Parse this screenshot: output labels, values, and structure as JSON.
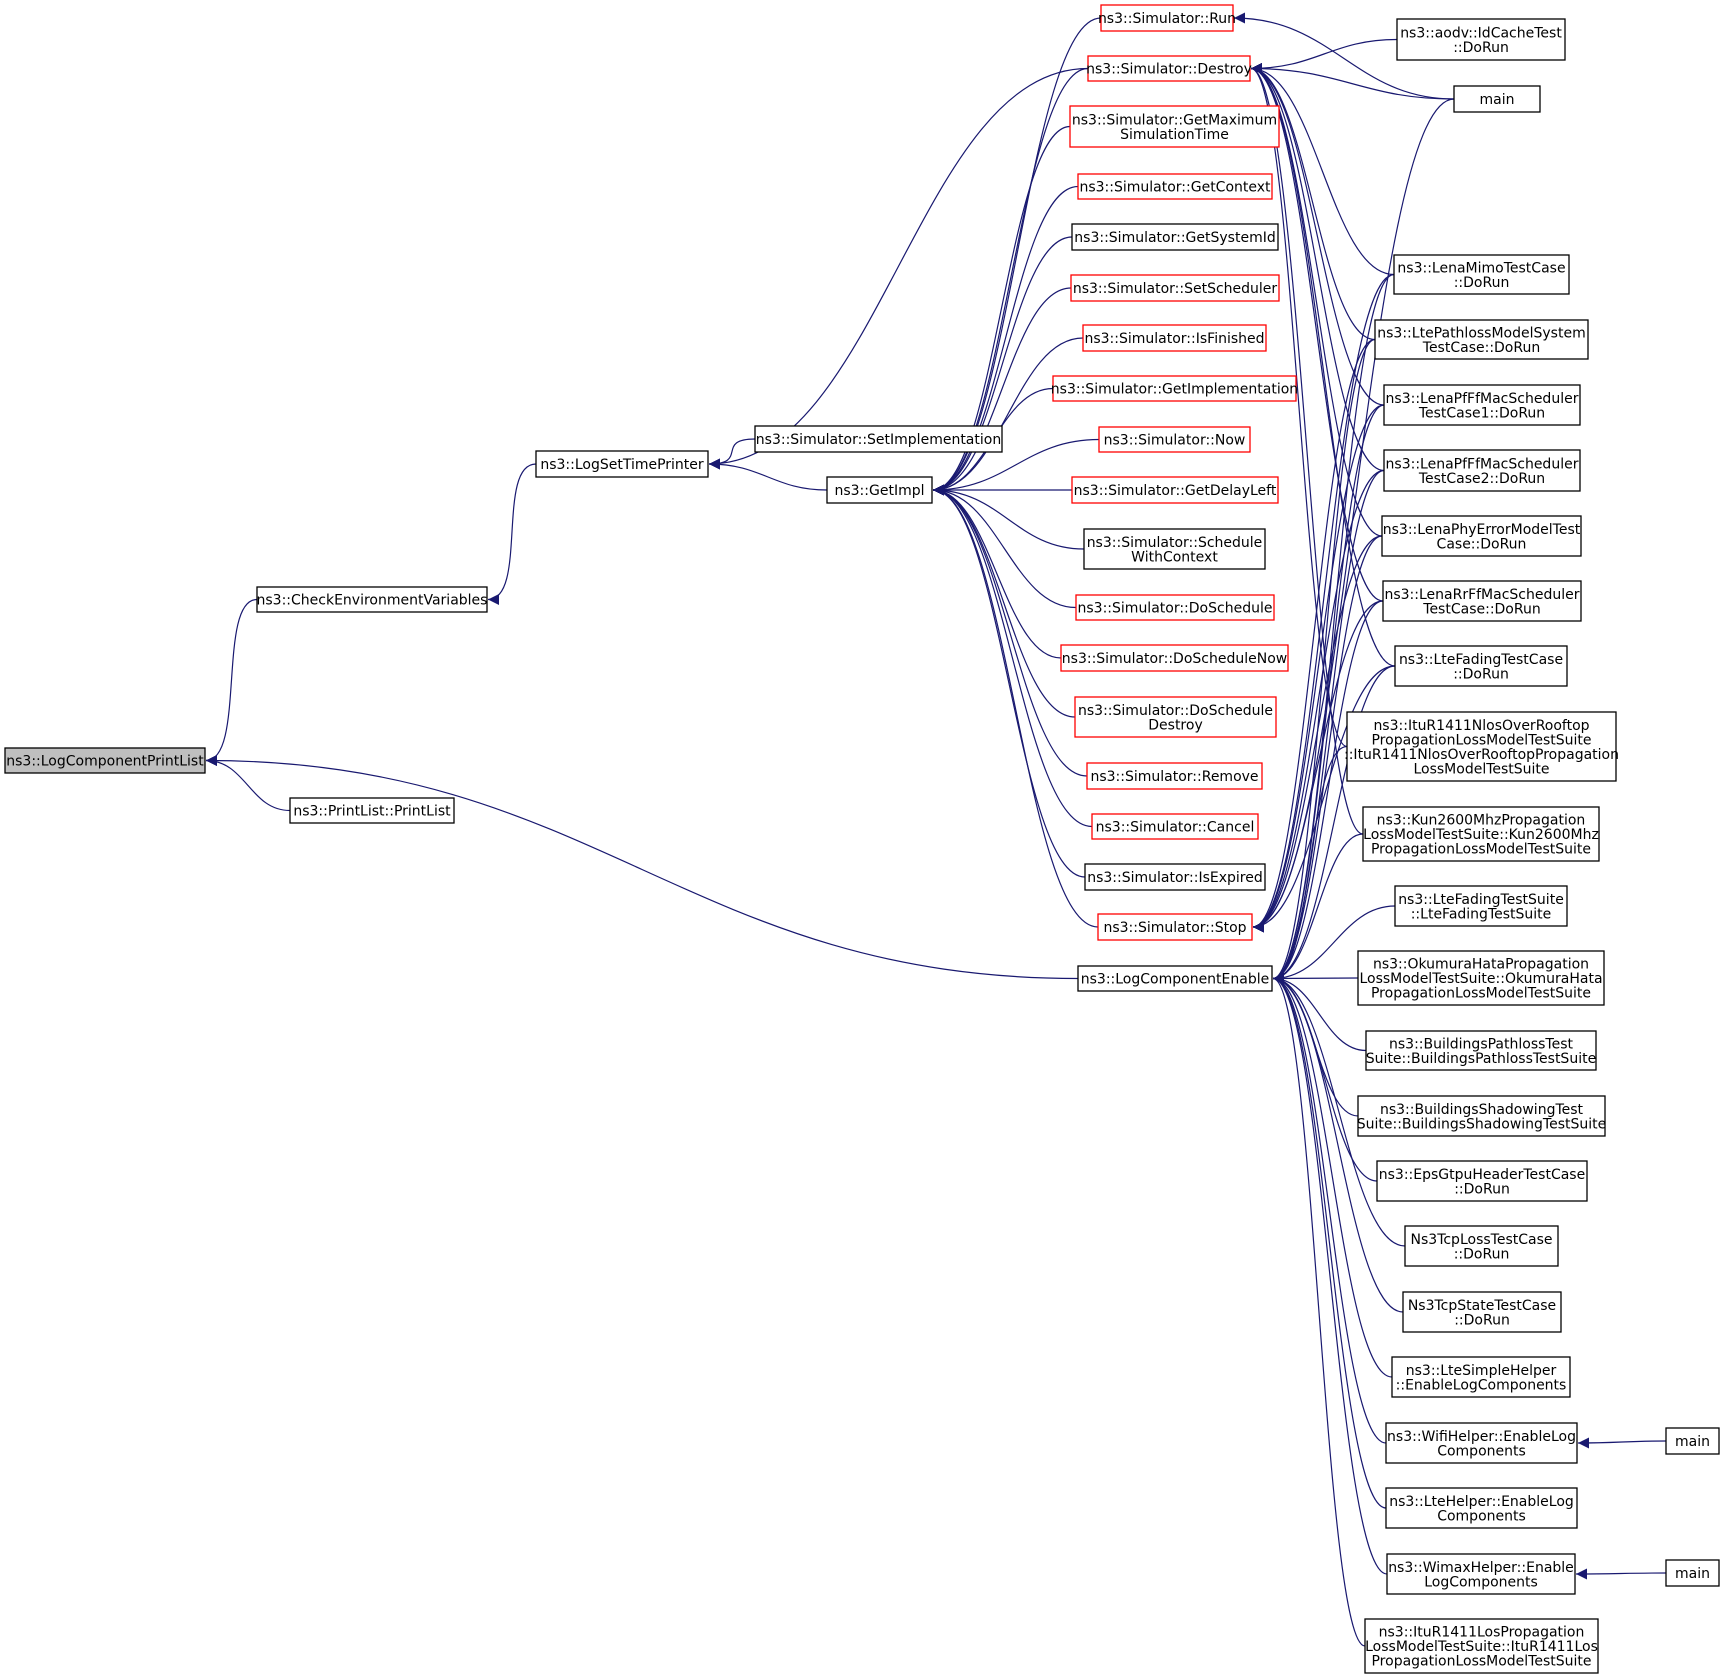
{
  "colors": {
    "edge": "#191970",
    "node_border_normal": "#000000",
    "node_border_red": "#ff0000",
    "node_fill_focus": "#bfbfbf",
    "node_fill": "#ffffff",
    "text": "#000000"
  },
  "nodes": [
    {
      "id": "LogComponentPrintList",
      "lines": [
        "ns3::LogComponentPrintList"
      ],
      "style": "focus"
    },
    {
      "id": "CheckEnvironmentVariables",
      "lines": [
        "ns3::CheckEnvironmentVariables"
      ],
      "style": "normal"
    },
    {
      "id": "PrintList",
      "lines": [
        "ns3::PrintList::PrintList"
      ],
      "style": "normal"
    },
    {
      "id": "LogSetTimePrinter",
      "lines": [
        "ns3::LogSetTimePrinter"
      ],
      "style": "normal"
    },
    {
      "id": "SetImplementation",
      "lines": [
        "ns3::Simulator::SetImplementation"
      ],
      "style": "normal"
    },
    {
      "id": "GetImpl",
      "lines": [
        "ns3::GetImpl"
      ],
      "style": "normal"
    },
    {
      "id": "Run",
      "lines": [
        "ns3::Simulator::Run"
      ],
      "style": "red"
    },
    {
      "id": "Destroy",
      "lines": [
        "ns3::Simulator::Destroy"
      ],
      "style": "red"
    },
    {
      "id": "GetMaximumSimulationTime",
      "lines": [
        "ns3::Simulator::GetMaximum",
        "SimulationTime"
      ],
      "style": "red"
    },
    {
      "id": "GetContext",
      "lines": [
        "ns3::Simulator::GetContext"
      ],
      "style": "red"
    },
    {
      "id": "GetSystemId",
      "lines": [
        "ns3::Simulator::GetSystemId"
      ],
      "style": "normal"
    },
    {
      "id": "SetScheduler",
      "lines": [
        "ns3::Simulator::SetScheduler"
      ],
      "style": "red"
    },
    {
      "id": "IsFinished",
      "lines": [
        "ns3::Simulator::IsFinished"
      ],
      "style": "red"
    },
    {
      "id": "GetImplementation",
      "lines": [
        "ns3::Simulator::GetImplementation"
      ],
      "style": "red"
    },
    {
      "id": "Now",
      "lines": [
        "ns3::Simulator::Now"
      ],
      "style": "red"
    },
    {
      "id": "GetDelayLeft",
      "lines": [
        "ns3::Simulator::GetDelayLeft"
      ],
      "style": "red"
    },
    {
      "id": "ScheduleWithContext",
      "lines": [
        "ns3::Simulator::Schedule",
        "WithContext"
      ],
      "style": "normal"
    },
    {
      "id": "DoSchedule",
      "lines": [
        "ns3::Simulator::DoSchedule"
      ],
      "style": "red"
    },
    {
      "id": "DoScheduleNow",
      "lines": [
        "ns3::Simulator::DoScheduleNow"
      ],
      "style": "red"
    },
    {
      "id": "DoScheduleDestroy",
      "lines": [
        "ns3::Simulator::DoSchedule",
        "Destroy"
      ],
      "style": "red"
    },
    {
      "id": "Remove",
      "lines": [
        "ns3::Simulator::Remove"
      ],
      "style": "red"
    },
    {
      "id": "Cancel",
      "lines": [
        "ns3::Simulator::Cancel"
      ],
      "style": "red"
    },
    {
      "id": "IsExpired",
      "lines": [
        "ns3::Simulator::IsExpired"
      ],
      "style": "normal"
    },
    {
      "id": "Stop",
      "lines": [
        "ns3::Simulator::Stop"
      ],
      "style": "red"
    },
    {
      "id": "LogComponentEnable",
      "lines": [
        "ns3::LogComponentEnable"
      ],
      "style": "normal"
    },
    {
      "id": "IdCacheTest",
      "lines": [
        "ns3::aodv::IdCacheTest",
        "::DoRun"
      ],
      "style": "normal"
    },
    {
      "id": "main1",
      "lines": [
        "main"
      ],
      "style": "normal"
    },
    {
      "id": "LenaMimo",
      "lines": [
        "ns3::LenaMimoTestCase",
        "::DoRun"
      ],
      "style": "normal"
    },
    {
      "id": "LtePathloss",
      "lines": [
        "ns3::LtePathlossModelSystem",
        "TestCase::DoRun"
      ],
      "style": "normal"
    },
    {
      "id": "LenaPf1",
      "lines": [
        "ns3::LenaPfFfMacScheduler",
        "TestCase1::DoRun"
      ],
      "style": "normal"
    },
    {
      "id": "LenaPf2",
      "lines": [
        "ns3::LenaPfFfMacScheduler",
        "TestCase2::DoRun"
      ],
      "style": "normal"
    },
    {
      "id": "LenaPhyError",
      "lines": [
        "ns3::LenaPhyErrorModelTest",
        "Case::DoRun"
      ],
      "style": "normal"
    },
    {
      "id": "LenaRr",
      "lines": [
        "ns3::LenaRrFfMacScheduler",
        "TestCase::DoRun"
      ],
      "style": "normal"
    },
    {
      "id": "LteFadingCase",
      "lines": [
        "ns3::LteFadingTestCase",
        "::DoRun"
      ],
      "style": "normal"
    },
    {
      "id": "ItuNlos",
      "lines": [
        "ns3::ItuR1411NlosOverRooftop",
        "PropagationLossModelTestSuite",
        "::ItuR1411NlosOverRooftopPropagation",
        "LossModelTestSuite"
      ],
      "style": "normal"
    },
    {
      "id": "Kun2600",
      "lines": [
        "ns3::Kun2600MhzPropagation",
        "LossModelTestSuite::Kun2600Mhz",
        "PropagationLossModelTestSuite"
      ],
      "style": "normal"
    },
    {
      "id": "LteFadingSuite",
      "lines": [
        "ns3::LteFadingTestSuite",
        "::LteFadingTestSuite"
      ],
      "style": "normal"
    },
    {
      "id": "Okumura",
      "lines": [
        "ns3::OkumuraHataPropagation",
        "LossModelTestSuite::OkumuraHata",
        "PropagationLossModelTestSuite"
      ],
      "style": "normal"
    },
    {
      "id": "BuildingsPathloss",
      "lines": [
        "ns3::BuildingsPathlossTest",
        "Suite::BuildingsPathlossTestSuite"
      ],
      "style": "normal"
    },
    {
      "id": "BuildingsShadowing",
      "lines": [
        "ns3::BuildingsShadowingTest",
        "Suite::BuildingsShadowingTestSuite"
      ],
      "style": "normal"
    },
    {
      "id": "EpsGtpu",
      "lines": [
        "ns3::EpsGtpuHeaderTestCase",
        "::DoRun"
      ],
      "style": "normal"
    },
    {
      "id": "TcpLoss",
      "lines": [
        "Ns3TcpLossTestCase",
        "::DoRun"
      ],
      "style": "normal"
    },
    {
      "id": "TcpState",
      "lines": [
        "Ns3TcpStateTestCase",
        "::DoRun"
      ],
      "style": "normal"
    },
    {
      "id": "LteSimple",
      "lines": [
        "ns3::LteSimpleHelper",
        "::EnableLogComponents"
      ],
      "style": "normal"
    },
    {
      "id": "WifiHelper",
      "lines": [
        "ns3::WifiHelper::EnableLog",
        "Components"
      ],
      "style": "normal"
    },
    {
      "id": "LteHelper",
      "lines": [
        "ns3::LteHelper::EnableLog",
        "Components"
      ],
      "style": "normal"
    },
    {
      "id": "WimaxHelper",
      "lines": [
        "ns3::WimaxHelper::Enable",
        "LogComponents"
      ],
      "style": "normal"
    },
    {
      "id": "ItuLos",
      "lines": [
        "ns3::ItuR1411LosPropagation",
        "LossModelTestSuite::ItuR1411Los",
        "PropagationLossModelTestSuite"
      ],
      "style": "normal"
    },
    {
      "id": "main2",
      "lines": [
        "main"
      ],
      "style": "normal"
    },
    {
      "id": "main3",
      "lines": [
        "main"
      ],
      "style": "normal"
    }
  ],
  "edges": [
    [
      "CheckEnvironmentVariables",
      "LogComponentPrintList"
    ],
    [
      "PrintList",
      "LogComponentPrintList"
    ],
    [
      "LogComponentEnable",
      "LogComponentPrintList"
    ],
    [
      "LogSetTimePrinter",
      "CheckEnvironmentVariables"
    ],
    [
      "Destroy",
      "LogSetTimePrinter"
    ],
    [
      "SetImplementation",
      "LogSetTimePrinter"
    ],
    [
      "GetImpl",
      "LogSetTimePrinter"
    ],
    [
      "Run",
      "GetImpl"
    ],
    [
      "Destroy",
      "GetImpl"
    ],
    [
      "GetMaximumSimulationTime",
      "GetImpl"
    ],
    [
      "GetContext",
      "GetImpl"
    ],
    [
      "GetSystemId",
      "GetImpl"
    ],
    [
      "SetScheduler",
      "GetImpl"
    ],
    [
      "IsFinished",
      "GetImpl"
    ],
    [
      "GetImplementation",
      "GetImpl"
    ],
    [
      "Now",
      "GetImpl"
    ],
    [
      "GetDelayLeft",
      "GetImpl"
    ],
    [
      "ScheduleWithContext",
      "GetImpl"
    ],
    [
      "DoSchedule",
      "GetImpl"
    ],
    [
      "DoScheduleNow",
      "GetImpl"
    ],
    [
      "DoScheduleDestroy",
      "GetImpl"
    ],
    [
      "Remove",
      "GetImpl"
    ],
    [
      "Cancel",
      "GetImpl"
    ],
    [
      "IsExpired",
      "GetImpl"
    ],
    [
      "Stop",
      "GetImpl"
    ],
    [
      "main1",
      "Run"
    ],
    [
      "IdCacheTest",
      "Destroy"
    ],
    [
      "main1",
      "Destroy"
    ],
    [
      "LenaMimo",
      "Destroy"
    ],
    [
      "LtePathloss",
      "Destroy"
    ],
    [
      "LenaPf1",
      "Destroy"
    ],
    [
      "LenaPf2",
      "Destroy"
    ],
    [
      "LenaPhyError",
      "Destroy"
    ],
    [
      "LenaRr",
      "Destroy"
    ],
    [
      "LteFadingCase",
      "Destroy"
    ],
    [
      "ItuNlos",
      "Destroy"
    ],
    [
      "Kun2600",
      "Destroy"
    ],
    [
      "main1",
      "Stop"
    ],
    [
      "LenaMimo",
      "Stop"
    ],
    [
      "LtePathloss",
      "Stop"
    ],
    [
      "LenaPf1",
      "Stop"
    ],
    [
      "LenaPf2",
      "Stop"
    ],
    [
      "LenaPhyError",
      "Stop"
    ],
    [
      "LenaRr",
      "Stop"
    ],
    [
      "LteFadingCase",
      "Stop"
    ],
    [
      "LenaMimo",
      "LogComponentEnable"
    ],
    [
      "LtePathloss",
      "LogComponentEnable"
    ],
    [
      "LenaPf1",
      "LogComponentEnable"
    ],
    [
      "LenaPf2",
      "LogComponentEnable"
    ],
    [
      "LenaPhyError",
      "LogComponentEnable"
    ],
    [
      "LenaRr",
      "LogComponentEnable"
    ],
    [
      "LteFadingCase",
      "LogComponentEnable"
    ],
    [
      "ItuNlos",
      "LogComponentEnable"
    ],
    [
      "Kun2600",
      "LogComponentEnable"
    ],
    [
      "LteFadingSuite",
      "LogComponentEnable"
    ],
    [
      "Okumura",
      "LogComponentEnable"
    ],
    [
      "BuildingsPathloss",
      "LogComponentEnable"
    ],
    [
      "BuildingsShadowing",
      "LogComponentEnable"
    ],
    [
      "EpsGtpu",
      "LogComponentEnable"
    ],
    [
      "TcpLoss",
      "LogComponentEnable"
    ],
    [
      "TcpState",
      "LogComponentEnable"
    ],
    [
      "LteSimple",
      "LogComponentEnable"
    ],
    [
      "WifiHelper",
      "LogComponentEnable"
    ],
    [
      "LteHelper",
      "LogComponentEnable"
    ],
    [
      "WimaxHelper",
      "LogComponentEnable"
    ],
    [
      "ItuLos",
      "LogComponentEnable"
    ],
    [
      "main2",
      "WifiHelper"
    ],
    [
      "main3",
      "WimaxHelper"
    ]
  ]
}
